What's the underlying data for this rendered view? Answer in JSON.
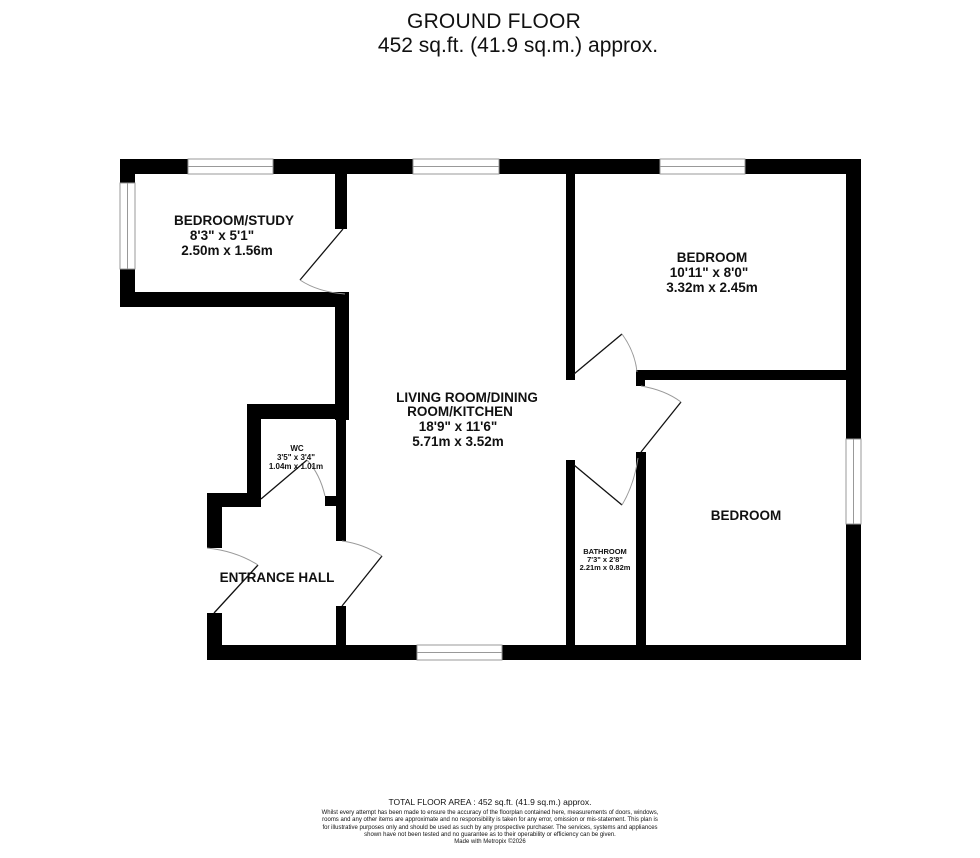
{
  "header": {
    "title": "GROUND FLOOR",
    "area": "452 sq.ft. (41.9 sq.m.) approx."
  },
  "rooms": [
    {
      "id": "bedroom-study",
      "name": "BEDROOM/STUDY",
      "imperial": "8'3\"  x 5'1\"",
      "metric": "2.50m  x 1.56m"
    },
    {
      "id": "living",
      "name_line1": "LIVING ROOM/DINING",
      "name_line2": "ROOM/KITCHEN",
      "imperial": "18'9\"  x 11'6\"",
      "metric": "5.71m  x 3.52m"
    },
    {
      "id": "bedroom-1",
      "name": "BEDROOM",
      "imperial": "10'11\"  x 8'0\"",
      "metric": "3.32m  x 2.45m"
    },
    {
      "id": "bedroom-2",
      "name": "BEDROOM"
    },
    {
      "id": "wc",
      "name": "WC",
      "imperial": "3'5\"  x 3'4\"",
      "metric": "1.04m  x 1.01m"
    },
    {
      "id": "bathroom",
      "name": "BATHROOM",
      "imperial": "7'3\"  x 2'8\"",
      "metric": "2.21m  x 0.82m"
    },
    {
      "id": "entrance-hall",
      "name": "ENTRANCE HALL"
    }
  ],
  "footer": {
    "total": "TOTAL FLOOR AREA : 452 sq.ft. (41.9 sq.m.) approx.",
    "disclaimer": "Whilst every attempt has been made to ensure the accuracy of the floorplan contained here, measurements of doors, windows, rooms and any other items are approximate and no responsibility is taken for any error, omission or mis-statement. This plan is for illustrative purposes only and should be used as such by any prospective purchaser. The services, systems and appliances shown have not been tested and no guarantee as to their operability or efficiency can be given.",
    "credit": "Made with Metropix ©2026"
  },
  "colors": {
    "wall": "#000000",
    "window_line": "#999999",
    "door_arc": "#999999",
    "background": "#ffffff"
  }
}
